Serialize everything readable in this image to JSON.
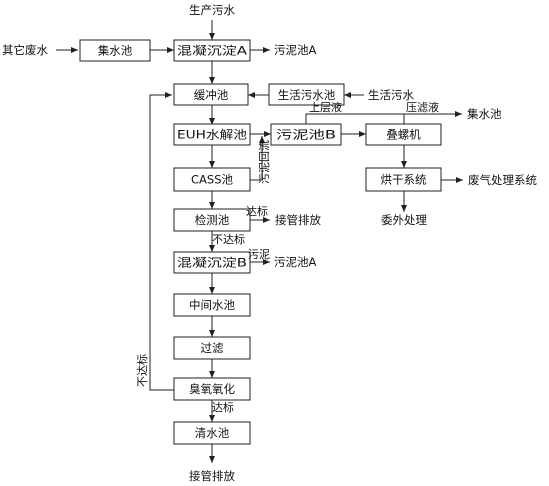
{
  "nodes": {
    "shengchan_wushui": "生产污水",
    "qita_feishui": "其它废水",
    "jishui_chi": "集水池",
    "hunning_a": "混凝沉淀A",
    "wuni_chi_a_1": "污泥池A",
    "huanchong_chi": "缓冲池",
    "shenghuo_wushui_chi": "生活污水池",
    "shenghuo_wushui": "生活污水",
    "euh_chi": "EUH水解池",
    "wuni_chi_b": "污泥池B",
    "dieluo_ji": "叠螺机",
    "jishui_chi_right": "集水池",
    "cass_chi": "CASS池",
    "honggan": "烘干系统",
    "feiqi": "废气处理系统",
    "weiwai": "委外处理",
    "jiance_chi": "检测池",
    "jieguan_1": "接管排放",
    "hunning_b": "混凝沉淀B",
    "wuni_chi_a_2": "污泥池A",
    "zhongjian_chi": "中间水池",
    "guolv": "过滤",
    "chouyang": "臭氧氧化",
    "qingshui_chi": "清水池",
    "jieguan_2": "接管排放"
  },
  "edge_labels": {
    "shangceng_ye": "上层液",
    "yalv_ye": "压滤液",
    "wuni_huiliu": "污泥回流",
    "dabiao_1": "达标",
    "budabiao_1": "不达标",
    "wuni": "污泥",
    "budabiao_2": "不达标",
    "dabiao_2": "达标"
  }
}
